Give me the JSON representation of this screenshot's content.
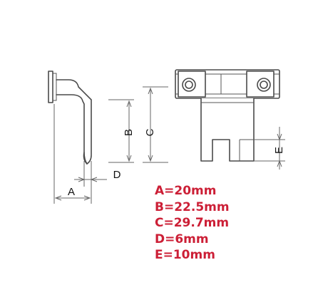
{
  "labels": {
    "a": "A",
    "b": "B",
    "c": "C",
    "d": "D",
    "e": "E"
  },
  "dimensions": [
    "A=20mm",
    "B=22.5mm",
    "C=29.7mm",
    "D=6mm",
    "E=10mm"
  ],
  "colors": {
    "line": "#4a4a4a",
    "text_red": "#cc1f36",
    "background": "#ffffff"
  }
}
